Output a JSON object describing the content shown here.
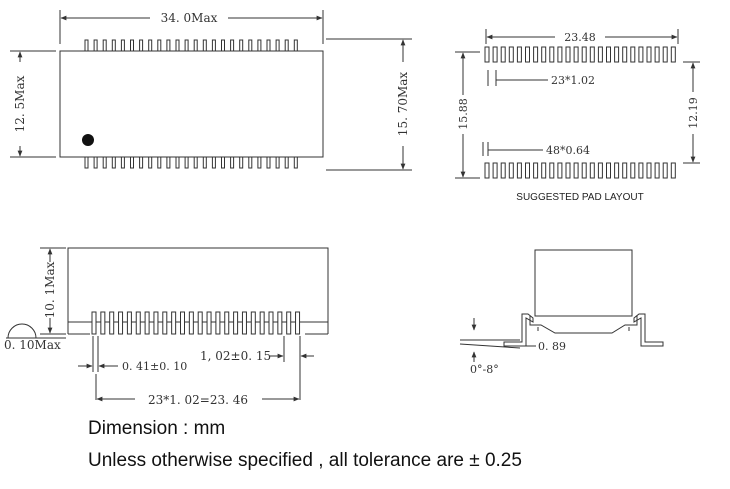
{
  "top_view": {
    "length_label": "34. 0Max",
    "width_label": "12. 5Max",
    "height_label": "15. 70Max"
  },
  "pad_layout": {
    "span_label": "23.48",
    "pitch_label": "23*1.02",
    "pad_width_label": "48*0.64",
    "outer_label": "15.88",
    "inner_label": "12.19",
    "caption": "SUGGESTED PAD LAYOUT"
  },
  "side_view": {
    "height_label": "10. 1Max",
    "standoff_label": "0. 10Max",
    "lead_width_label": "0. 41±0. 10",
    "edge_label": "1, 02±0. 15",
    "pitch_total_label": "23*1. 02=23. 46"
  },
  "end_view": {
    "angle_label": "0°-8°",
    "lead_thickness_label": "0. 89"
  },
  "notes": {
    "dimension": "Dimension : mm",
    "tolerance": "Unless otherwise specified , all tolerance are ± 0.25"
  }
}
